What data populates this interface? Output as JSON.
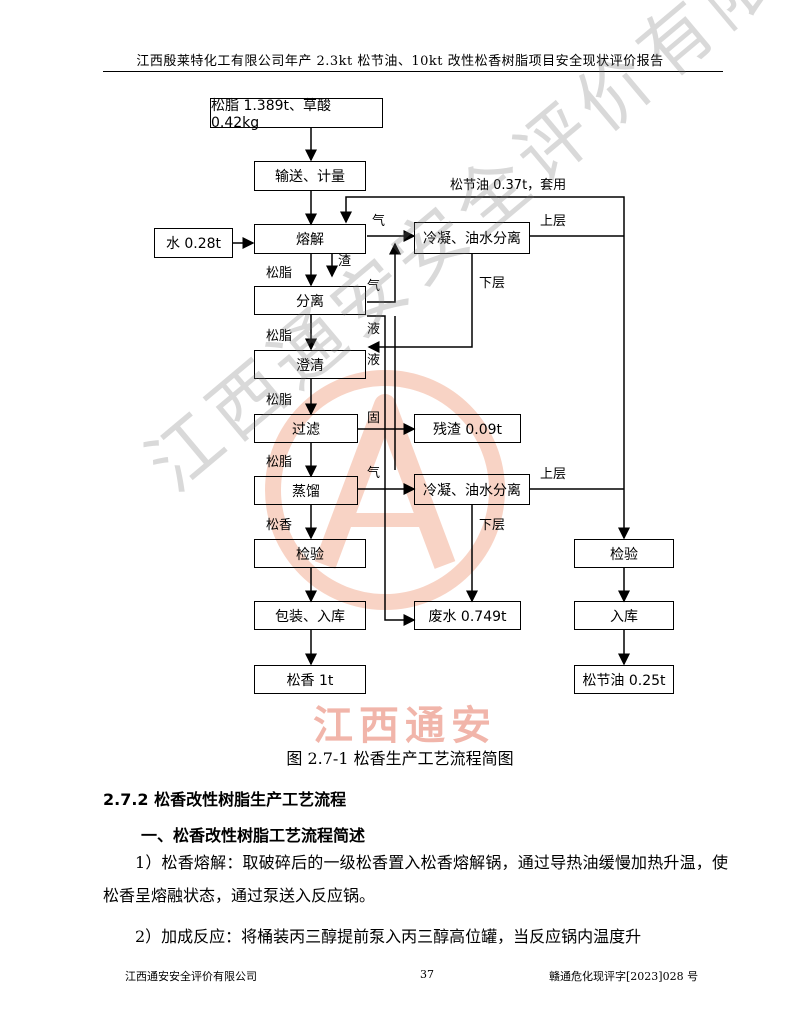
{
  "header": {
    "title": "江西殷莱特化工有限公司年产 2.3kt 松节油、10kt 改性松香树脂项目安全现状评价报告"
  },
  "flowchart": {
    "boxes": {
      "input": "松脂 1.389t、草酸 0.42kg",
      "transport": "输送、计量",
      "water": "水 0.28t",
      "melt": "熔解",
      "separate": "分离",
      "clarify": "澄清",
      "filter": "过滤",
      "distill": "蒸馏",
      "inspect": "检验",
      "package": "包装、入库",
      "product_rosin": "松香 1t",
      "condense1": "冷凝、油水分离",
      "residue": "残渣 0.09t",
      "condense2": "冷凝、油水分离",
      "wastewater": "废水 0.749t",
      "inspect2": "检验",
      "storage2": "入库",
      "product_turp": "松节油 0.25t"
    },
    "labels": {
      "recycle": "松节油 0.37t，套用",
      "gas1": "气",
      "upper1": "上层",
      "slag": "渣",
      "rosin1": "松脂",
      "gas2": "气",
      "lower1": "下层",
      "liquid1": "液",
      "rosin2": "松脂",
      "liquid2": "液",
      "rosin3": "松脂",
      "solid": "固",
      "rosin4": "松脂",
      "gas3": "气",
      "upper2": "上层",
      "rosin5": "松香",
      "lower2": "下层"
    }
  },
  "watermark": {
    "diagonal": "江西通安安全评价有限公司",
    "red": "江西通安",
    "logo_color": "#f0a080"
  },
  "caption": "图 2.7-1 松香生产工艺流程简图",
  "section": {
    "heading": "2.7.2 松香改性树脂生产工艺流程",
    "subheading": "一、松香改性树脂工艺流程简述"
  },
  "paragraphs": [
    "1）松香熔解：取破碎后的一级松香置入松香熔解锅，通过导热油缓慢加热升温，使松香呈熔融状态，通过泵送入反应锅。",
    "2）加成反应：将桶装丙三醇提前泵入丙三醇高位罐，当反应锅内温度升"
  ],
  "footer": {
    "company": "江西通安安全评价有限公司",
    "page": "37",
    "doc_no": "赣通危化现评字[2023]028 号"
  }
}
